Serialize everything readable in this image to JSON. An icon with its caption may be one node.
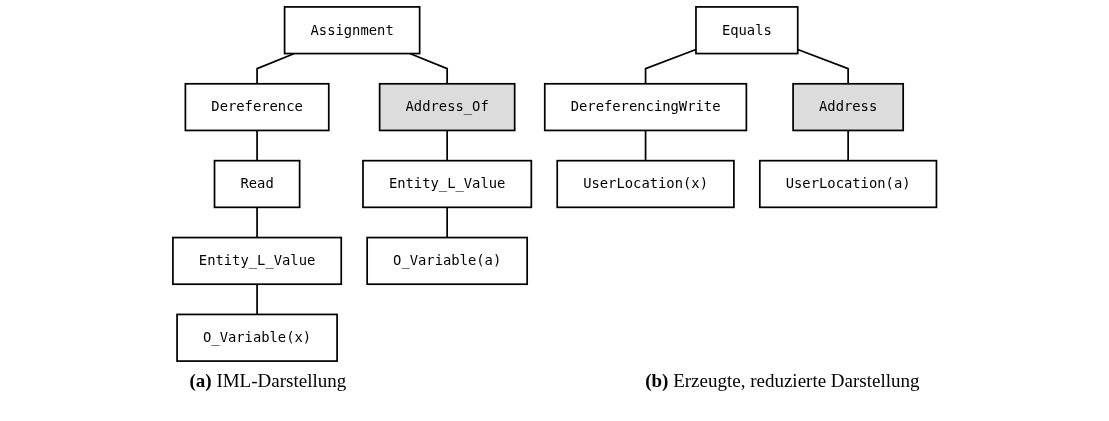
{
  "diagram": {
    "nodes": [
      {
        "text": [
          "Assignment"
        ]
      },
      {
        "text": [
          "Dereference"
        ]
      },
      {
        "text": [
          "Address_Of"
        ]
      },
      {
        "text": [
          "Read"
        ]
      },
      {
        "text": [
          "Entity_L_Value"
        ]
      },
      {
        "text": [
          "O_Variable(x)"
        ]
      },
      {
        "text": [
          "Entity_L_Value"
        ]
      },
      {
        "text": [
          "O_Variable(a)"
        ]
      },
      {
        "text": [
          "Equals"
        ]
      },
      {
        "text": [
          "DereferencingWrite"
        ]
      },
      {
        "text": [
          "Address"
        ]
      },
      {
        "text": [
          "UserLocation(x)"
        ]
      },
      {
        "text": [
          "UserLocation(a)"
        ]
      }
    ],
    "edges": [
      {
        "from": 0,
        "to": 1,
        "arrow": "none"
      },
      {
        "from": 0,
        "to": 2,
        "arrow": "none"
      },
      {
        "from": 1,
        "to": 3,
        "arrow": "none"
      },
      {
        "from": 3,
        "to": 4,
        "arrow": "none"
      },
      {
        "from": 4,
        "to": 5,
        "arrow": "none"
      },
      {
        "from": 2,
        "to": 6,
        "arrow": "none"
      },
      {
        "from": 6,
        "to": 7,
        "arrow": "none"
      },
      {
        "from": 8,
        "to": 9,
        "arrow": "none"
      },
      {
        "from": 8,
        "to": 10,
        "arrow": "none"
      },
      {
        "from": 9,
        "to": 11,
        "arrow": "none"
      },
      {
        "from": 10,
        "to": 12,
        "arrow": "none"
      }
    ],
    "labels": [
      "**(a)** IML-Darstellung",
      "**(b)** Erzeugte, reduzierte Darstellung"
    ]
  }
}
